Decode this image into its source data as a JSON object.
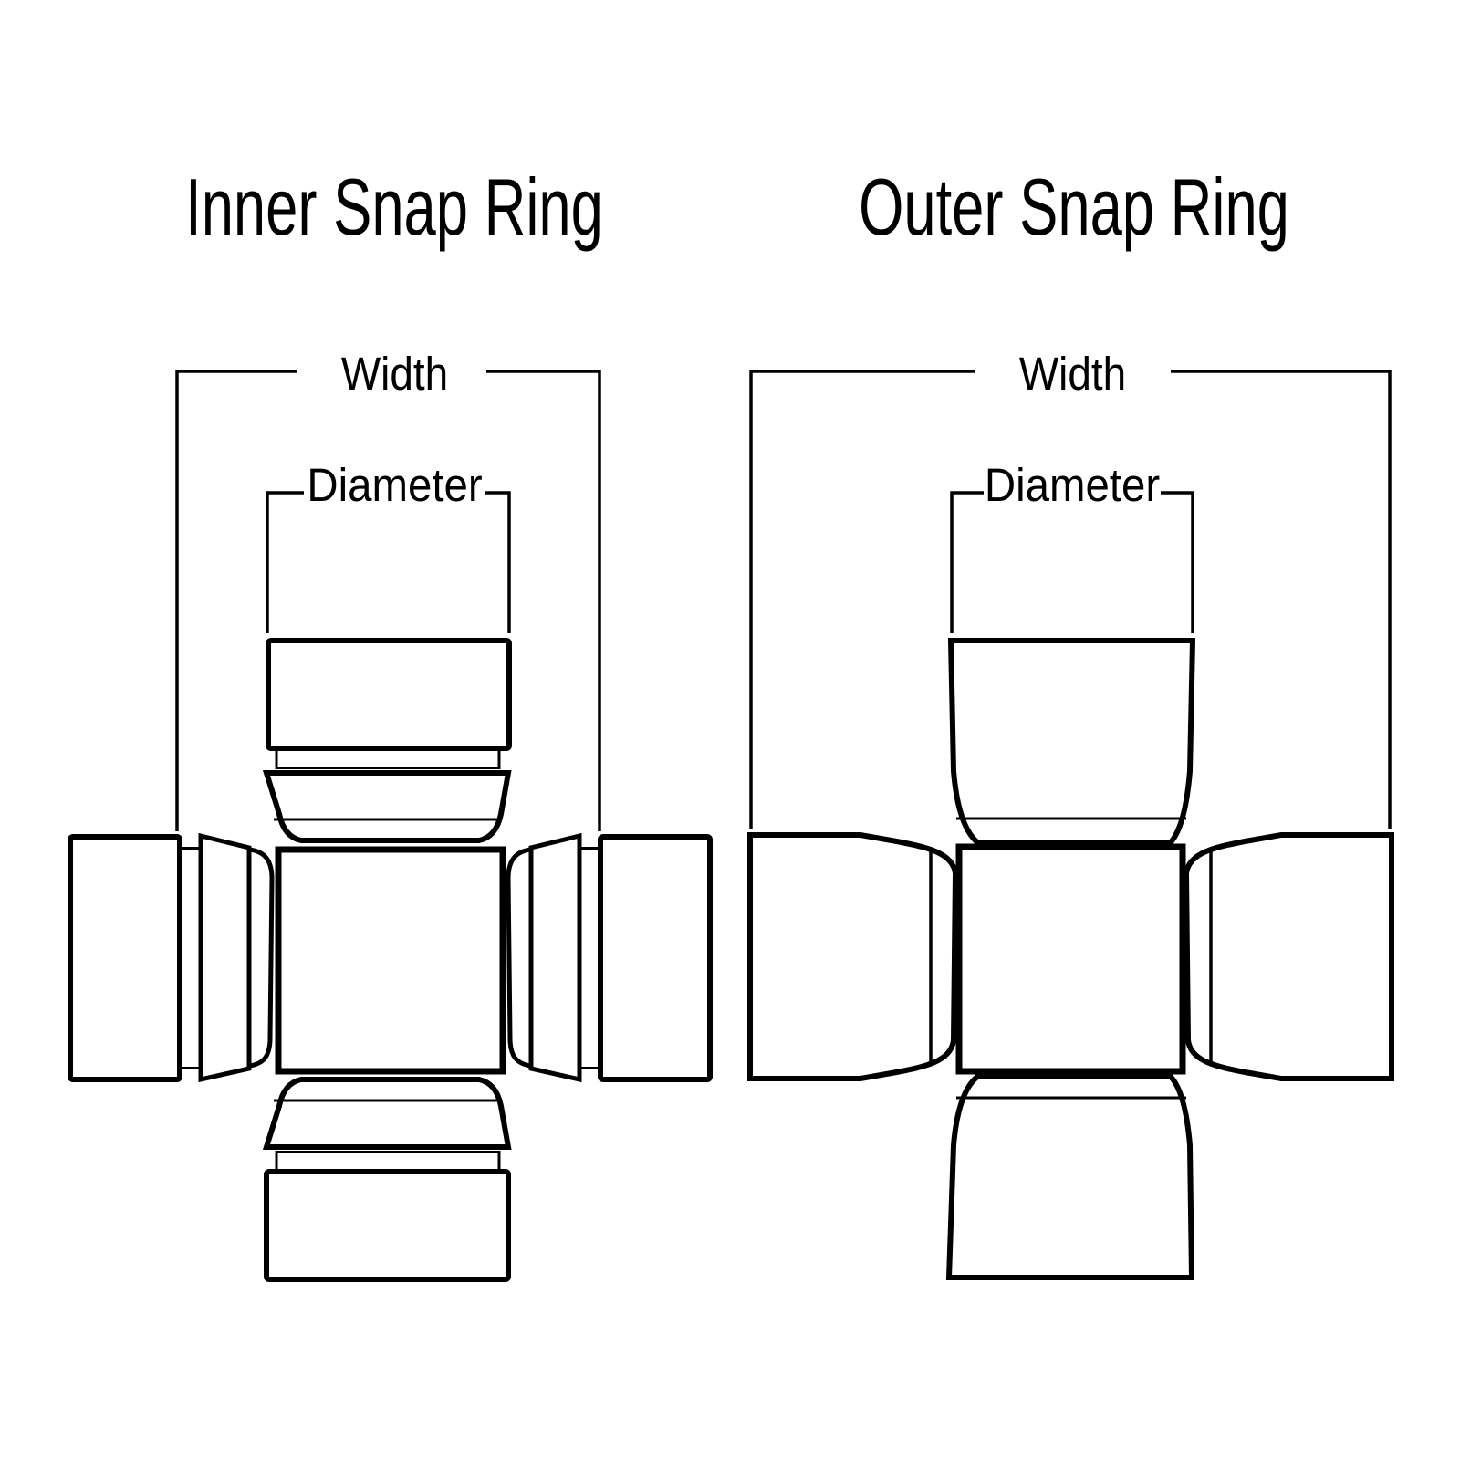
{
  "canvas": {
    "background": "#ffffff",
    "line_color": "#000000"
  },
  "diagrams": {
    "inner": {
      "title": "Inner Snap Ring",
      "width_label": "Width",
      "diameter_label": "Diameter"
    },
    "outer": {
      "title": "Outer Snap Ring",
      "width_label": "Width",
      "diameter_label": "Diameter"
    }
  }
}
